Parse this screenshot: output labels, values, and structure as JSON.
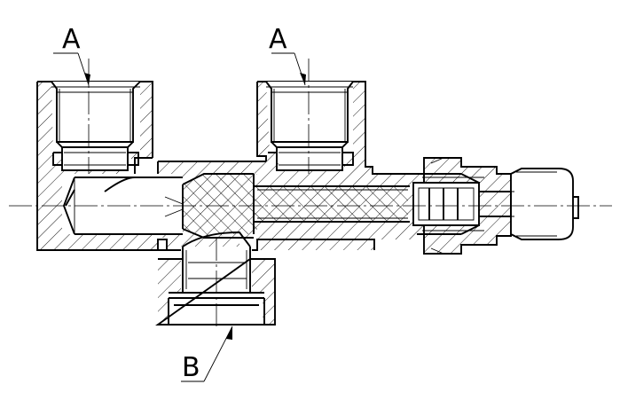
{
  "labels": {
    "port_a_left": "A",
    "port_a_right": "A",
    "port_b": "B"
  },
  "colors": {
    "line": "#000000",
    "background": "#ffffff"
  }
}
